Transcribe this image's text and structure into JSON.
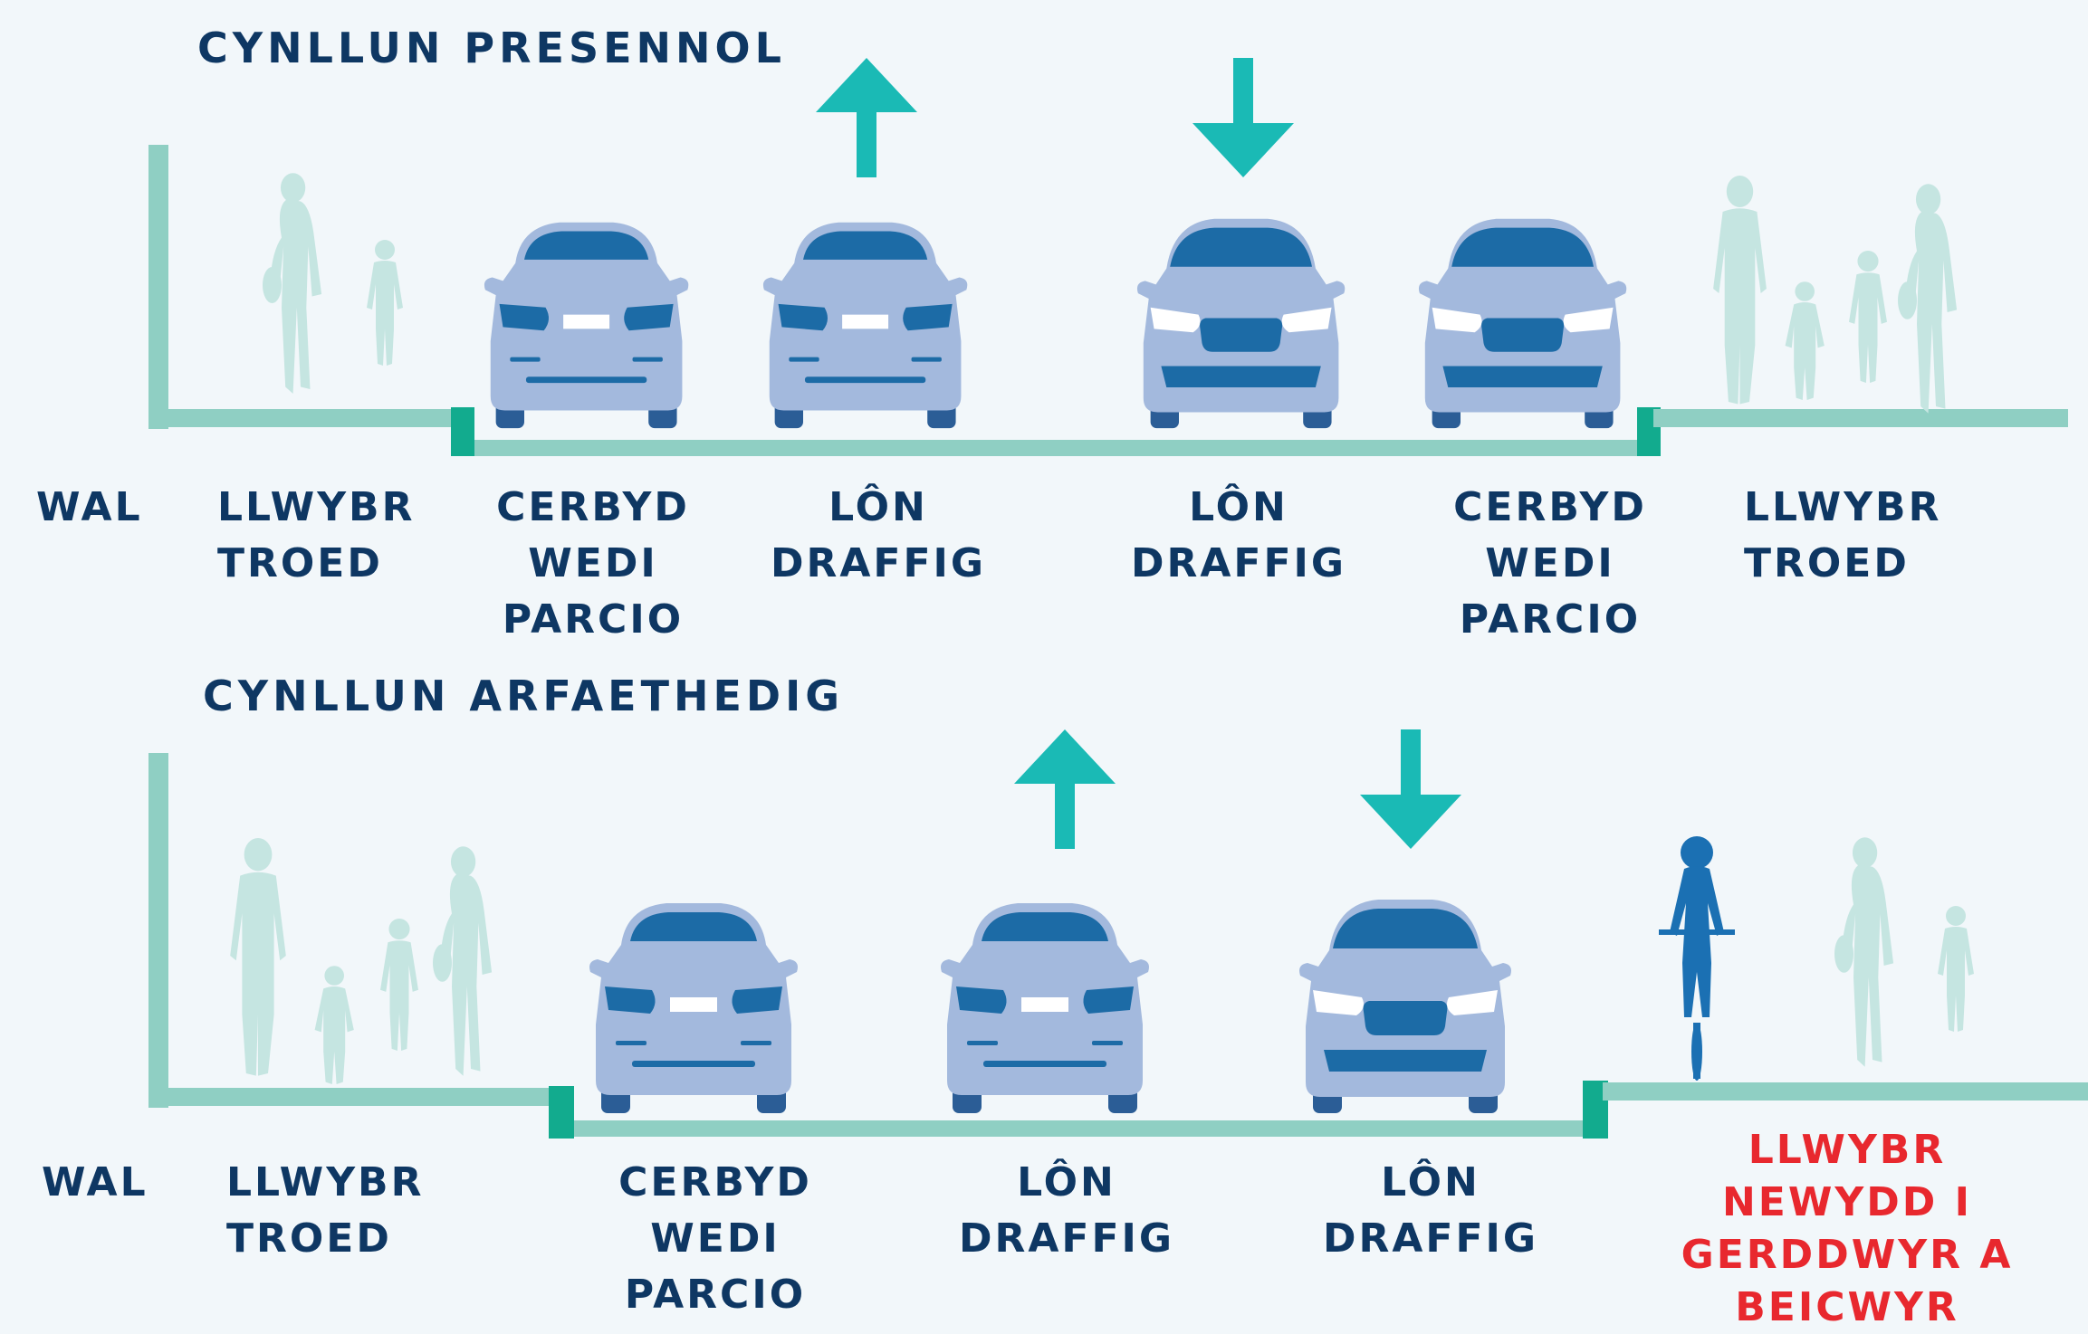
{
  "colors": {
    "ground": "#8fcfc3",
    "curb": "#12ab8e",
    "arrow": "#1abab5",
    "car_body": "#a3b9dd",
    "car_dark": "#1c6ba6",
    "car_tire": "#2b5d96",
    "person": "#c5e5e1",
    "cyclist": "#1b70b3",
    "label": "#0e3763",
    "highlight": "#e8282e"
  },
  "icons": [
    "arrow-up-icon",
    "arrow-down-icon",
    "car-rear-icon",
    "car-front-icon",
    "pedestrian-adult-icon",
    "pedestrian-child-icon",
    "cyclist-icon"
  ],
  "current": {
    "title": "CYNLLUN PRESENNOL",
    "labels": {
      "wall": [
        "WAL"
      ],
      "footpath_left": [
        "LLWYBR",
        "TROED"
      ],
      "parked_left": [
        "CERBYD",
        "WEDI",
        "PARCIO"
      ],
      "lane_1": [
        "LÔN",
        "DRAFFIG"
      ],
      "lane_2": [
        "LÔN",
        "DRAFFIG"
      ],
      "parked_right": [
        "CERBYD",
        "WEDI",
        "PARCIO"
      ],
      "footpath_right": [
        "LLWYBR",
        "TROED"
      ]
    }
  },
  "proposed": {
    "title": "CYNLLUN ARFAETHEDIG",
    "labels": {
      "wall": [
        "WAL"
      ],
      "footpath_left": [
        "LLWYBR",
        "TROED"
      ],
      "parked": [
        "CERBYD",
        "WEDI",
        "PARCIO"
      ],
      "lane_1": [
        "LÔN",
        "DRAFFIG"
      ],
      "lane_2": [
        "LÔN",
        "DRAFFIG"
      ],
      "new_path": [
        "LLWYBR",
        "NEWYDD I",
        "GERDDWYR A",
        "BEICWYR"
      ]
    }
  }
}
